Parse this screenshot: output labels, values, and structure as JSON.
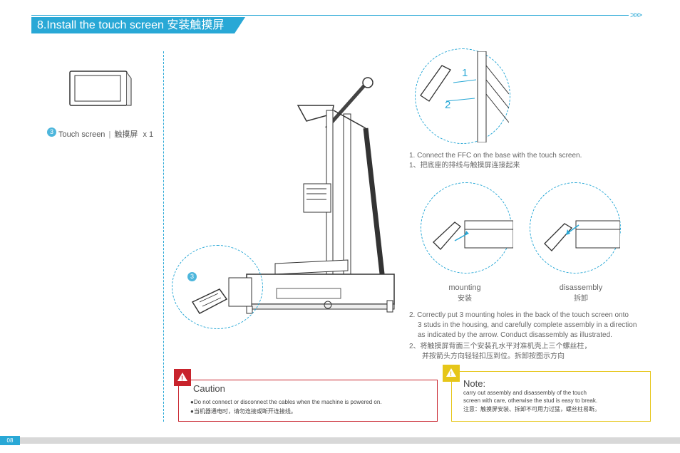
{
  "header": {
    "title": "8.Install the touch screen 安装触摸屏",
    "chevrons": ">>>"
  },
  "parts": {
    "badge": "3",
    "label_en": "Touch screen",
    "separator": "|",
    "label_cn": "触摸屏",
    "qty": "x 1"
  },
  "figure": {
    "badge_main": "3",
    "callout_1": "1",
    "callout_2": "2"
  },
  "step1": {
    "en": "1. Connect the FFC on the base with the touch screen.",
    "cn": "1、把底座的排线与触摸屏连接起来"
  },
  "mounting": {
    "en": "mounting",
    "cn": "安装"
  },
  "disassembly": {
    "en": "disassembly",
    "cn": "拆卸"
  },
  "step2": {
    "en_line1": "2. Correctly put 3 mounting holes in the back of the touch screen onto",
    "en_line2": "3 studs in the housing, and carefully complete assembly in a direction",
    "en_line3": "as indicated by the arrow. Conduct disassembly as illustrated.",
    "cn_line1": "2、将触摸屏背面三个安装孔水平对准机壳上三个螺丝柱，",
    "cn_line2": "并按箭头方向轻轻扣压到位。拆卸按图示方向"
  },
  "caution": {
    "title": "Caution",
    "line1": "●Do not connect or disconnect the cables when the machine is powered on.",
    "line2": "●当机器通电时，请勿连接或断开连接线。",
    "icon": "warning-icon",
    "color": "#c8232c"
  },
  "note": {
    "title": "Note:",
    "line1": "carry out assembly and disassembly of the touch",
    "line2": "screen with care, otherwise the stud is easy to break.",
    "line3": "注意：触摸屏安装、拆卸不可用力过猛，螺丝柱易断。",
    "icon": "warning-icon",
    "color": "#e6c619"
  },
  "footer": {
    "page": "08"
  },
  "colors": {
    "accent": "#29a8d6"
  }
}
